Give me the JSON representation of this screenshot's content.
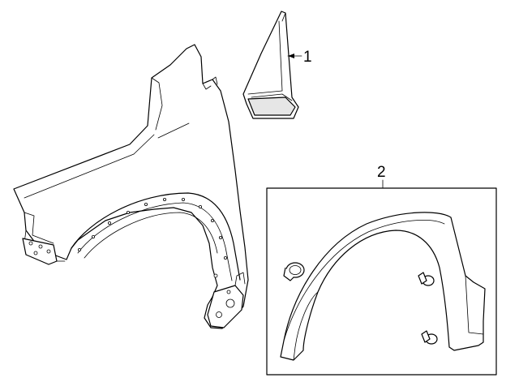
{
  "callouts": [
    {
      "id": "1",
      "text": "1"
    },
    {
      "id": "2",
      "text": "2"
    }
  ],
  "parts": {
    "fender": "fender-panel",
    "applique": "triangle-applique",
    "flare": "wheel-opening-flare",
    "clip": "retainer-clip"
  },
  "colors": {
    "line": "#000000",
    "background": "#ffffff",
    "shade": "#e6e6e6"
  }
}
